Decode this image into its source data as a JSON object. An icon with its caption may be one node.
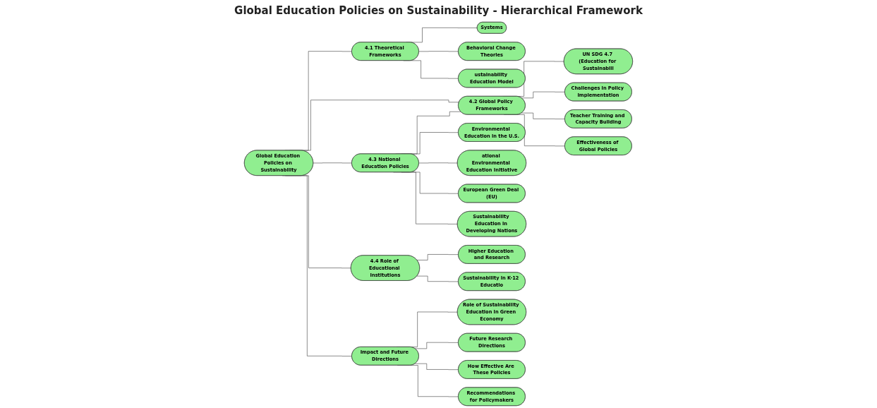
{
  "diagram": {
    "title": "Global Education Policies on Sustainability - Hierarchical Framework",
    "nodes": [
      {
        "text": [
          "Global Education Policies on Sustainability"
        ]
      },
      {
        "text": [
          "4.1 Theoretical Frameworks"
        ]
      },
      {
        "text": [
          "4.2 Global Policy Frameworks"
        ]
      },
      {
        "text": [
          "4.3 National Education Policies"
        ]
      },
      {
        "text": [
          "4.4 Role of Educational Institutions"
        ]
      },
      {
        "text": [
          "Impact and Future Directions"
        ]
      },
      {
        "text": [
          "Systems"
        ]
      },
      {
        "text": [
          "Role of Sustainability Education in Green Economy"
        ]
      },
      {
        "text": [
          "Higher Education and Research"
        ]
      },
      {
        "text": [
          "Environmental Education in the U.S."
        ]
      },
      {
        "text": [
          "Behavioral Change Theories"
        ]
      },
      {
        "text": [
          "Future Research Directions"
        ]
      },
      {
        "text": [
          "Sustainability in K-12 Educatio"
        ]
      },
      {
        "text": [
          "ustainability Education Model"
        ]
      },
      {
        "text": [
          "Effectiveness of Global Policies"
        ]
      },
      {
        "text": [
          "ational Environmental Education Initiative"
        ]
      },
      {
        "text": [
          "How Effective Are These Policies"
        ]
      },
      {
        "text": [
          "Recommendations for Policymakers"
        ]
      },
      {
        "text": [
          "UN SDG 4.7 (Education for Sustainabili"
        ]
      },
      {
        "text": [
          "Challenges in Policy Implementation"
        ]
      },
      {
        "text": [
          "Teacher Training and Capacity Building"
        ]
      },
      {
        "text": [
          "European Green Deal (EU)"
        ]
      },
      {
        "text": [
          "Sustainability Education in Developing Nations"
        ]
      }
    ],
    "edges": [
      {
        "from": 0,
        "to": 1,
        "arrow": "none"
      },
      {
        "from": 0,
        "to": 2,
        "arrow": "none"
      },
      {
        "from": 3,
        "to": 2,
        "arrow": "none"
      },
      {
        "from": 0,
        "to": 3,
        "arrow": "none"
      },
      {
        "from": 0,
        "to": 4,
        "arrow": "none"
      },
      {
        "from": 0,
        "to": 5,
        "arrow": "none"
      },
      {
        "from": 1,
        "to": 6,
        "arrow": "none"
      },
      {
        "from": 5,
        "to": 7,
        "arrow": "none"
      },
      {
        "from": 4,
        "to": 8,
        "arrow": "none"
      },
      {
        "from": 3,
        "to": 9,
        "arrow": "none"
      },
      {
        "from": 1,
        "to": 10,
        "arrow": "none"
      },
      {
        "from": 5,
        "to": 11,
        "arrow": "none"
      },
      {
        "from": 4,
        "to": 12,
        "arrow": "none"
      },
      {
        "from": 1,
        "to": 13,
        "arrow": "none"
      },
      {
        "from": 3,
        "to": 15,
        "arrow": "none"
      },
      {
        "from": 5,
        "to": 16,
        "arrow": "none"
      },
      {
        "from": 5,
        "to": 17,
        "arrow": "none"
      },
      {
        "from": 2,
        "to": 18,
        "arrow": "none"
      },
      {
        "from": 2,
        "to": 19,
        "arrow": "none"
      },
      {
        "from": 2,
        "to": 20,
        "arrow": "none"
      },
      {
        "from": 2,
        "to": 14,
        "arrow": "none"
      },
      {
        "from": 3,
        "to": 21,
        "arrow": "none"
      },
      {
        "from": 3,
        "to": 22,
        "arrow": "none"
      }
    ]
  }
}
